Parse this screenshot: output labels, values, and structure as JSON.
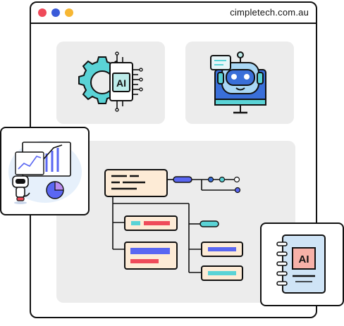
{
  "window": {
    "url": "cimpletech.com.au",
    "controls": [
      {
        "name": "close",
        "color": "#ef4a5a"
      },
      {
        "name": "minimize",
        "color": "#3a5bd9"
      },
      {
        "name": "maximize",
        "color": "#f7b733"
      }
    ]
  },
  "cards": {
    "ai_chip_label": "AI",
    "ai_book_label": "AI"
  },
  "colors": {
    "accent_blue": "#5a67f2",
    "accent_teal": "#5ad3d6",
    "accent_red": "#ef4a5a",
    "node_fill": "#fdebd6"
  },
  "icons": [
    "ai-chip-gear-icon",
    "chatbot-monitor-icon",
    "analytics-robot-icon",
    "ai-notebook-icon",
    "flowchart-diagram"
  ]
}
